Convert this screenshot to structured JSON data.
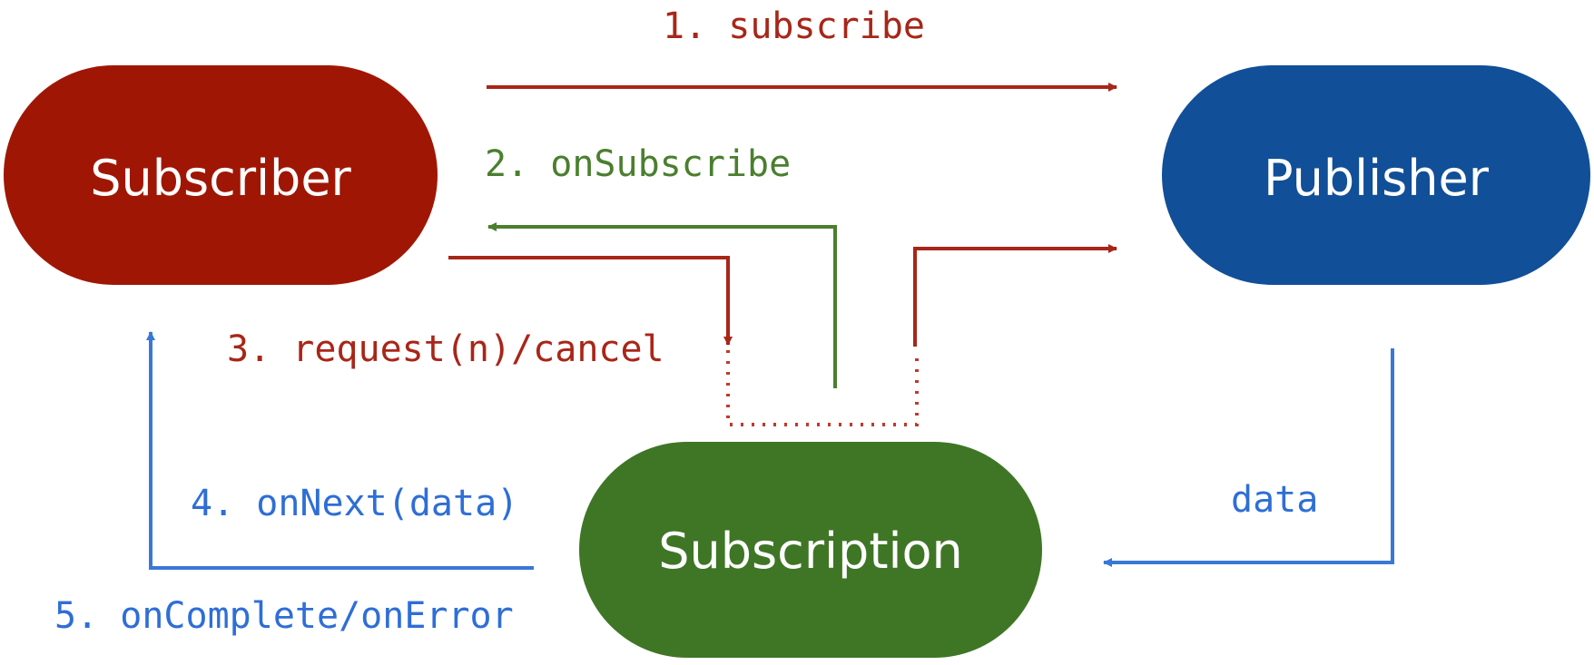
{
  "colors": {
    "red": "#a01604",
    "green": "#3f7625",
    "blue": "#114f98",
    "red_line": "#a82618",
    "green_line": "#4a7f2e",
    "blue_line": "#3a78d6"
  },
  "nodes": {
    "subscriber": "Subscriber",
    "publisher": "Publisher",
    "subscription": "Subscription"
  },
  "labels": {
    "subscribe": "1. subscribe",
    "on_subscribe": "2. onSubscribe",
    "request_cancel": "3. request(n)/cancel",
    "on_next": "4. onNext(data)",
    "on_complete": "5. onComplete/onError",
    "data": "data"
  }
}
